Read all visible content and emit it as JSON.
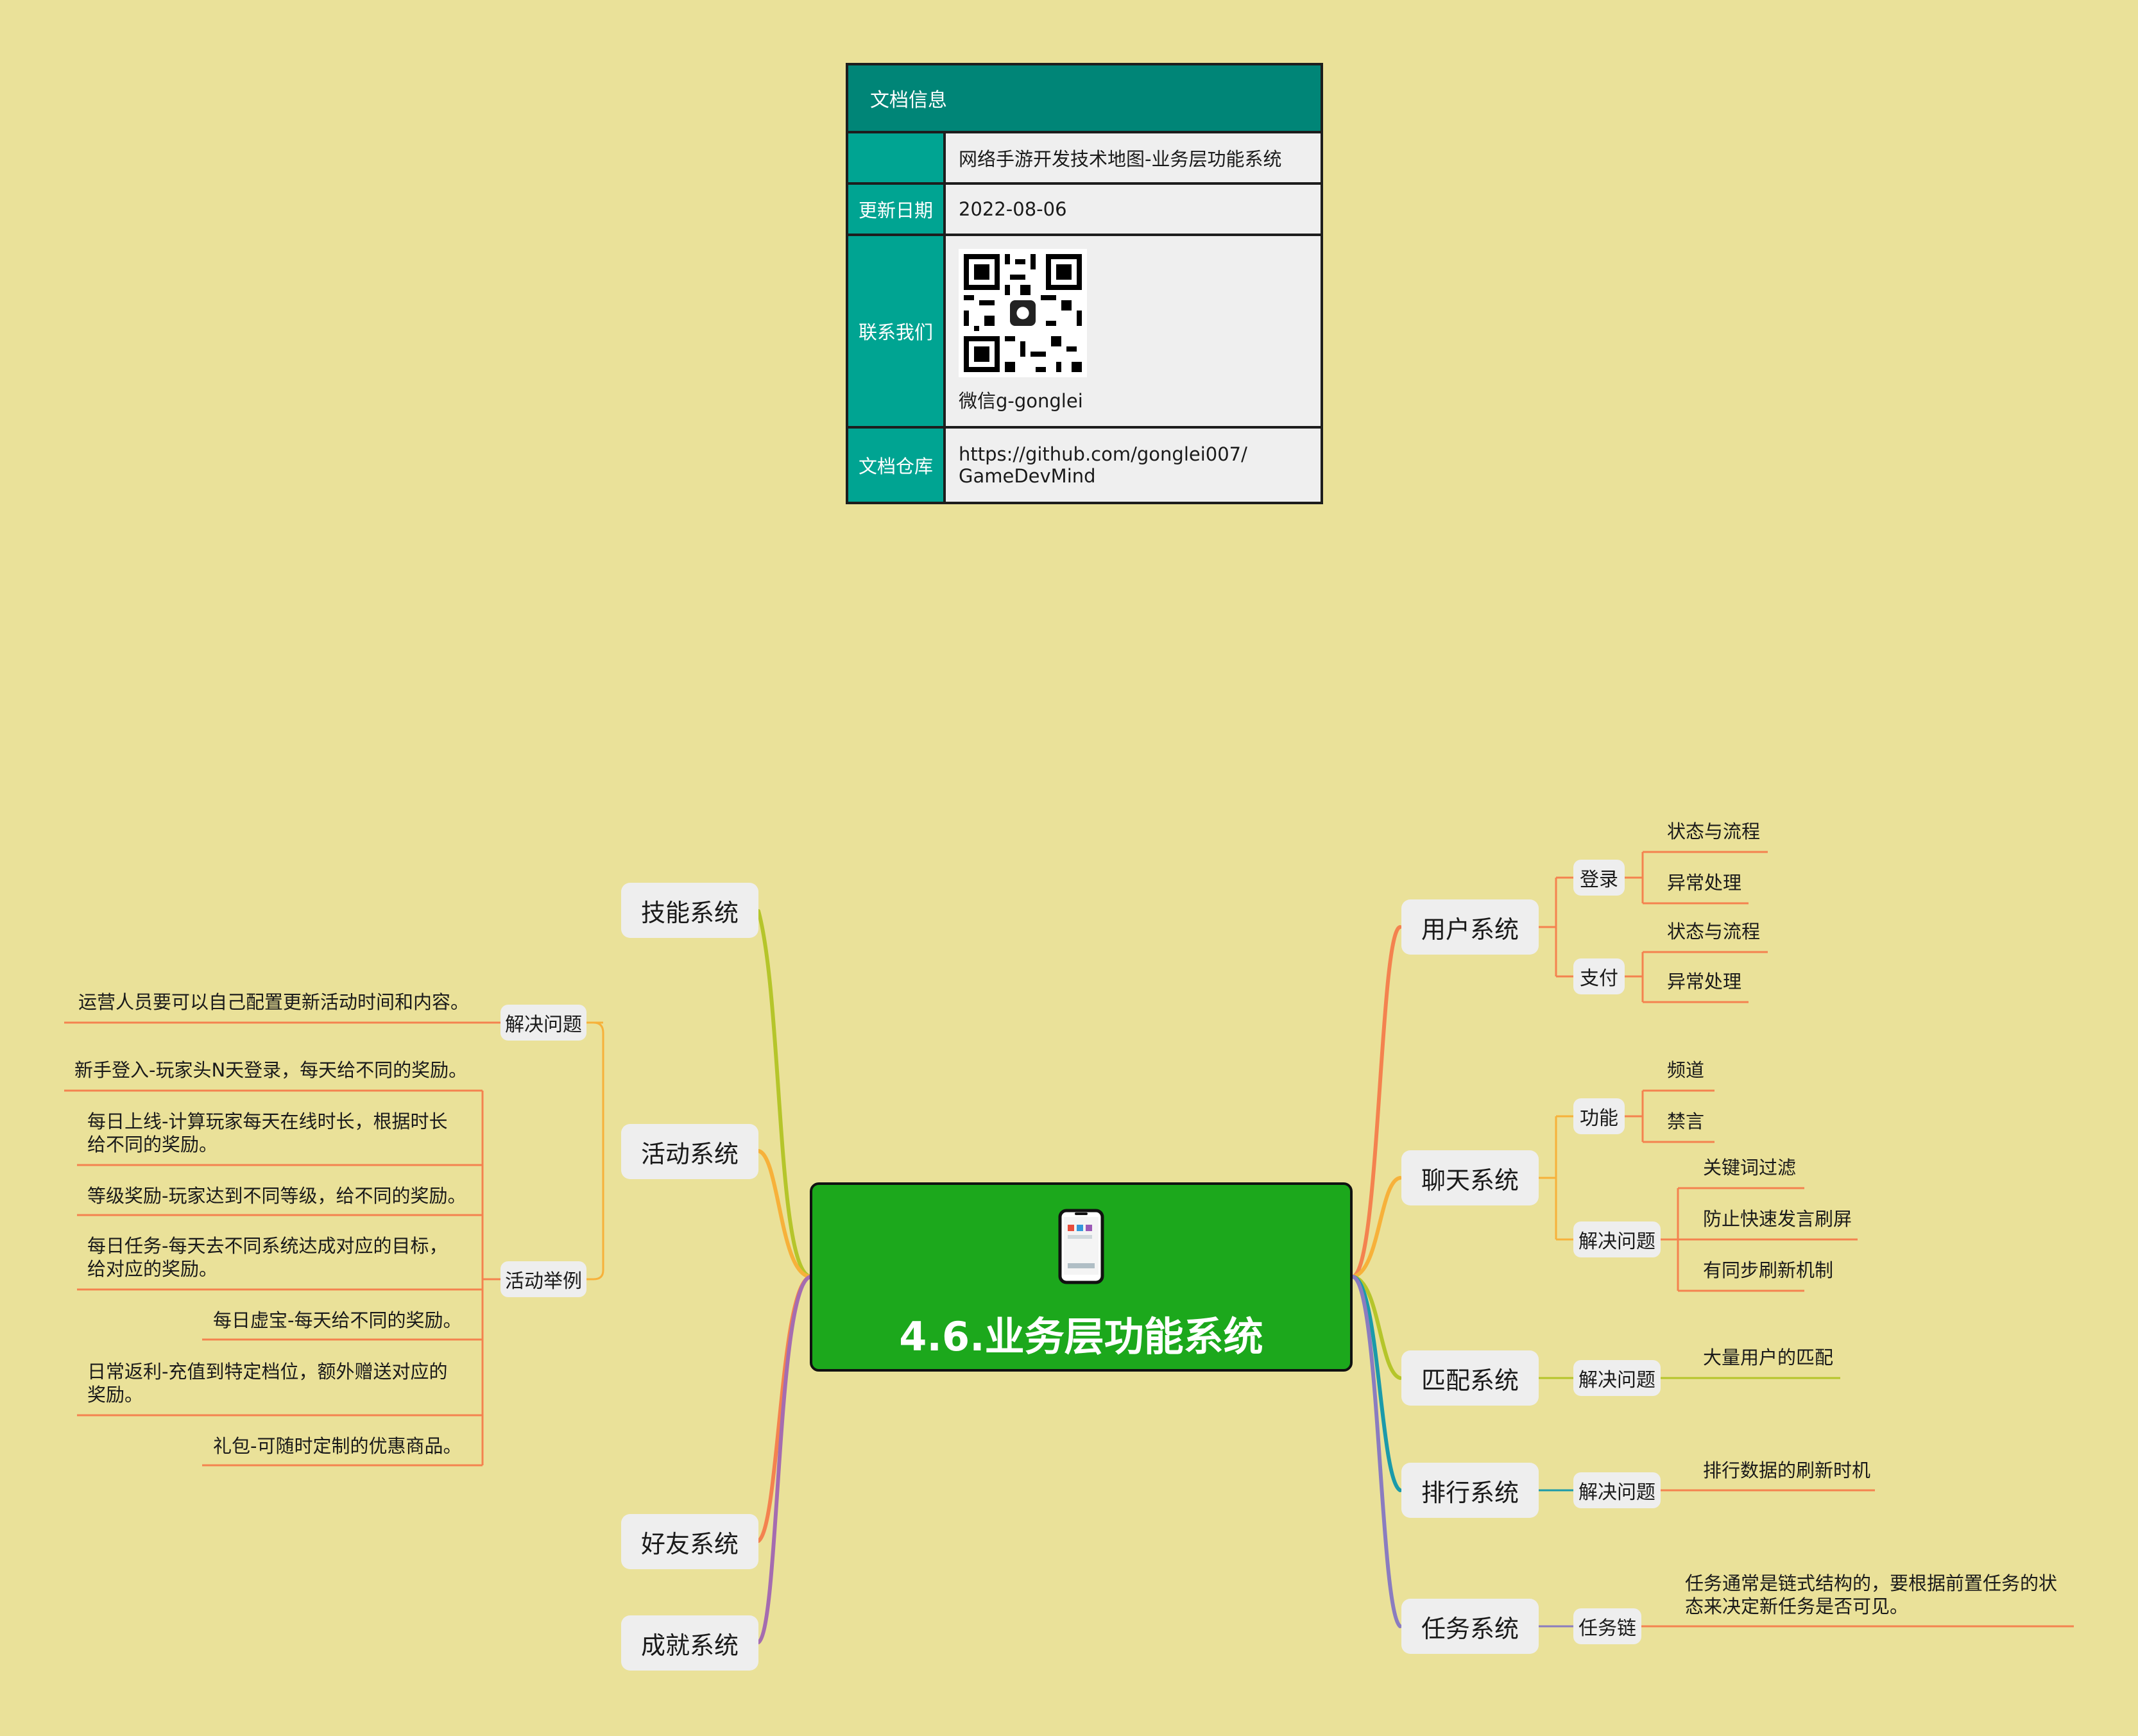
{
  "info_table": {
    "header": "文档信息",
    "title_value": "网络手游开发技术地图-业务层功能系统",
    "date_label": "更新日期",
    "date_value": "2022-08-06",
    "contact_label": "联系我们",
    "contact_wechat": "微信g-gonglei",
    "repo_label": "文档仓库",
    "repo_line1": "https://github.com/gonglei007/",
    "repo_line2": "GameDevMind"
  },
  "root": {
    "title": "4.6.业务层功能系统",
    "icon": "mobile-phone-icon"
  },
  "branches": {
    "skill": {
      "label": "技能系统"
    },
    "activity": {
      "label": "活动系统",
      "problem": {
        "label": "解决问题",
        "items": [
          "运营人员要可以自己配置更新活动时间和内容。"
        ]
      },
      "examples": {
        "label": "活动举例",
        "items": [
          "新手登入-玩家头N天登录，每天给不同的奖励。",
          "每日上线-计算玩家每天在线时长，根据时长给不同的奖励。",
          "等级奖励-玩家达到不同等级，给不同的奖励。",
          "每日任务-每天去不同系统达成对应的目标，给对应的奖励。",
          "每日虚宝-每天给不同的奖励。",
          "日常返利-充值到特定档位，额外赠送对应的奖励。",
          "礼包-可随时定制的优惠商品。"
        ]
      }
    },
    "friend": {
      "label": "好友系统"
    },
    "achievement": {
      "label": "成就系统"
    },
    "user": {
      "label": "用户系统",
      "login": {
        "label": "登录",
        "items": [
          "状态与流程",
          "异常处理"
        ]
      },
      "pay": {
        "label": "支付",
        "items": [
          "状态与流程",
          "异常处理"
        ]
      }
    },
    "chat": {
      "label": "聊天系统",
      "feature": {
        "label": "功能",
        "items": [
          "频道",
          "禁言"
        ]
      },
      "problem": {
        "label": "解决问题",
        "items": [
          "关键词过滤",
          "防止快速发言刷屏",
          "有同步刷新机制"
        ]
      }
    },
    "match": {
      "label": "匹配系统",
      "problem": {
        "label": "解决问题",
        "items": [
          "大量用户的匹配"
        ]
      }
    },
    "rank": {
      "label": "排行系统",
      "problem": {
        "label": "解决问题",
        "items": [
          "排行数据的刷新时机"
        ]
      }
    },
    "task": {
      "label": "任务系统",
      "chain": {
        "label": "任务链",
        "items": [
          "任务通常是链式结构的，要根据前置任务的状态来决定新任务是否可见。"
        ]
      }
    }
  },
  "colors": {
    "background": "#EAE199",
    "root_fill": "#1CA81C",
    "info_header": "#008577",
    "info_key": "#00A492",
    "line_skill": "#B5C52A",
    "line_activity": "#F7B13A",
    "line_friend": "#F4824F",
    "line_achievement": "#A56CB0",
    "line_user": "#F4824F",
    "line_chat": "#F7B13A",
    "line_match": "#B5C52A",
    "line_rank": "#1B9AAA",
    "line_task": "#8A7CC0"
  }
}
